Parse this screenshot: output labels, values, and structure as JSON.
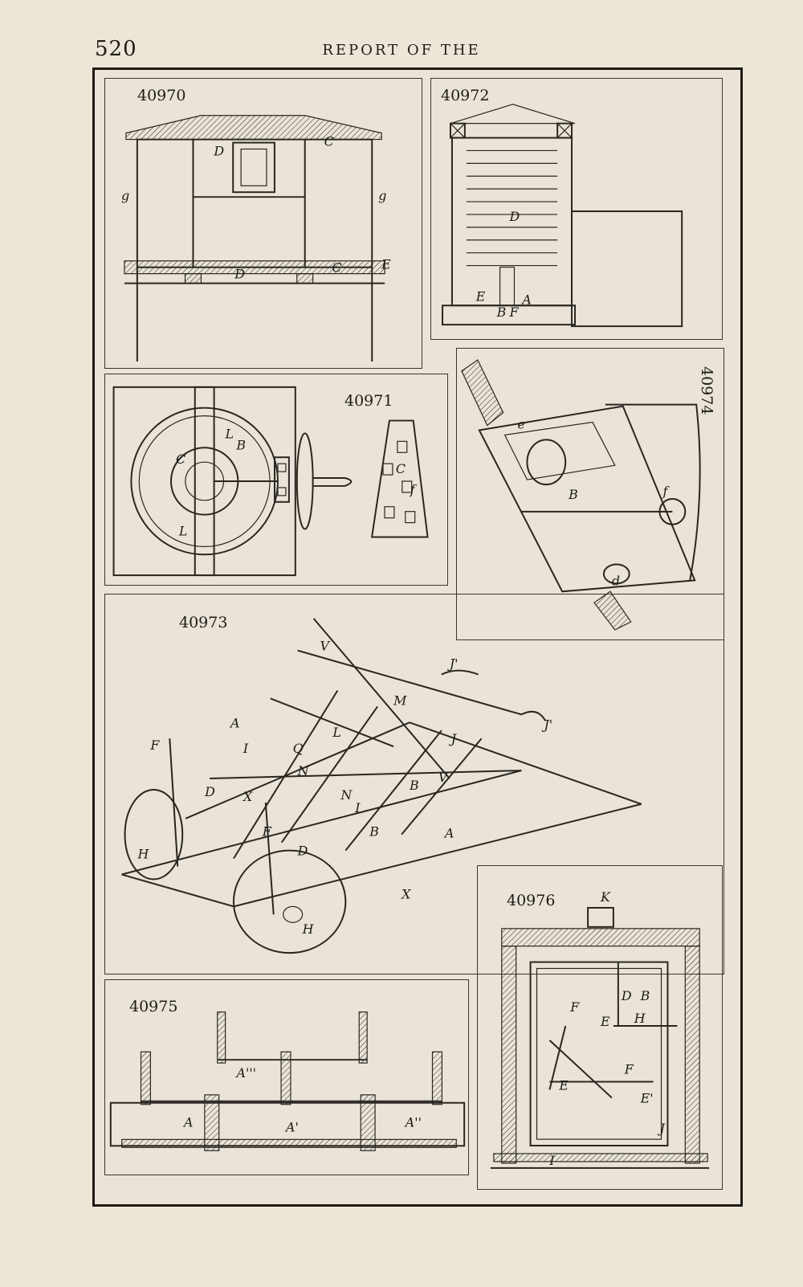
{
  "header": {
    "page_number": "520",
    "running_head": "REPORT OF THE"
  },
  "figures": [
    {
      "number": "40970",
      "labels": [
        "D",
        "C",
        "g",
        "g",
        "D",
        "C",
        "E"
      ]
    },
    {
      "number": "40972",
      "labels": [
        "D",
        "E",
        "A",
        "B",
        "F"
      ]
    },
    {
      "number": "40971",
      "labels": [
        "L",
        "B",
        "C",
        "L",
        "C",
        "f"
      ]
    },
    {
      "number": "40974",
      "labels": [
        "e",
        "B",
        "f",
        "d"
      ]
    },
    {
      "number": "40973",
      "labels": [
        "J'",
        "J'",
        "M",
        "L",
        "J",
        "A",
        "F",
        "I",
        "Q",
        "N",
        "D",
        "X",
        "B",
        "V",
        "F",
        "I",
        "N",
        "B",
        "A",
        "H",
        "D",
        "X",
        "H",
        "V"
      ]
    },
    {
      "number": "40976",
      "labels": [
        "K",
        "D",
        "B",
        "F",
        "E",
        "H",
        "F",
        "E",
        "E'",
        "J",
        "I"
      ]
    },
    {
      "number": "40975",
      "labels": [
        "A'''",
        "A",
        "A'",
        "A''"
      ]
    }
  ]
}
